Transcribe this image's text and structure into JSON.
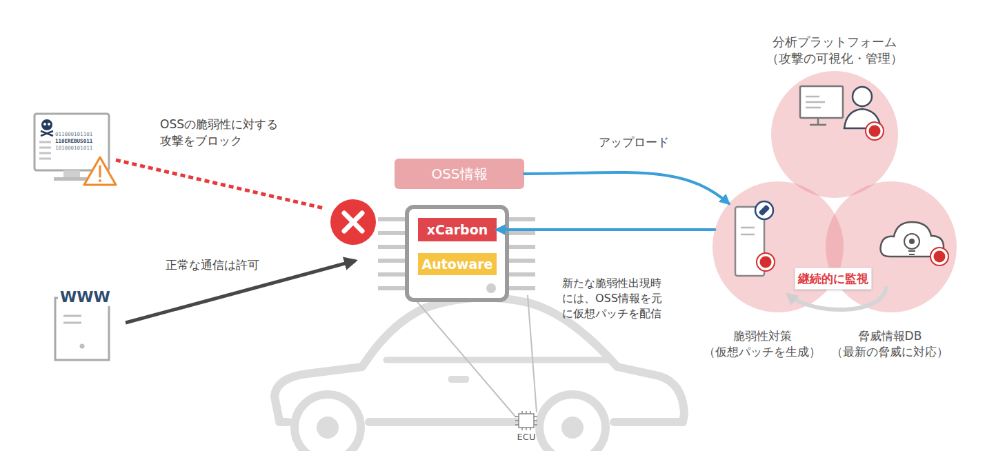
{
  "diagram": {
    "nodes": [
      {
        "text": [
          "OSS情報"
        ]
      },
      {
        "text": [
          "xCarbon"
        ]
      },
      {
        "text": [
          "Autoware"
        ]
      },
      {
        "text": [
          "ECU"
        ]
      },
      {
        "text": [
          "分析プラットフォーム （攻撃の可視化・管理）"
        ]
      },
      {
        "text": [
          "脆弱性対策 （仮想パッチを生成）"
        ]
      },
      {
        "text": [
          "脅威情報DB （最新の脅威に対応）"
        ]
      },
      {
        "text": [
          "継続的に監視"
        ]
      }
    ],
    "edges": [
      {
        "from": 0,
        "to": 5,
        "label": "アップロード",
        "arrow": "to"
      },
      {
        "from": 5,
        "to": 1,
        "label": "新たな脆弱性出現時 には、OSS情報を元 に仮想パッチを配信",
        "arrow": "to"
      }
    ],
    "labels": [
      "OSSの脆弱性に対する 攻撃をブロック",
      "正常な通信は許可",
      "011000101101",
      "110EREBUS011",
      "101000101011",
      "WWW"
    ]
  }
}
